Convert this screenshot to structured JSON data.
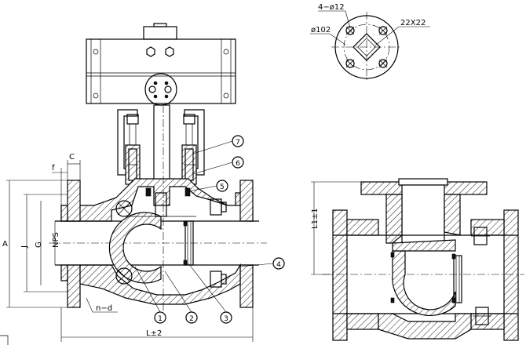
{
  "labels": {
    "holes": "4−ø12",
    "pcd": "ø102",
    "square": "22X22",
    "dim_c": "C",
    "dim_f": "f",
    "dim_a": "A",
    "dim_g": "G",
    "dim_j": "J",
    "dim_nps": "NPS",
    "dim_nd": "n−d",
    "dim_l": "L±2",
    "dim_l1": "L1±1"
  },
  "callouts": {
    "c1": "1",
    "c2": "2",
    "c3": "3",
    "c4": "4",
    "c5": "5",
    "c6": "6",
    "c7": "7"
  }
}
